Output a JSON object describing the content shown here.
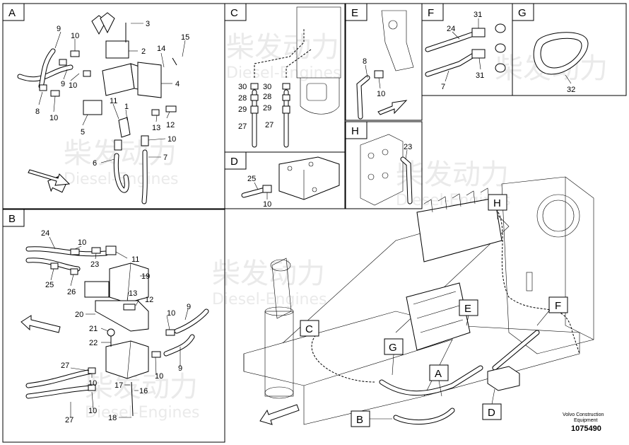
{
  "panels": {
    "A": {
      "label": "A",
      "callouts": [
        "9",
        "10",
        "3",
        "2",
        "14",
        "15",
        "4",
        "9",
        "10",
        "8",
        "10",
        "5",
        "11",
        "1",
        "13",
        "12",
        "10",
        "6",
        "7"
      ]
    },
    "B": {
      "label": "B",
      "callouts": [
        "24",
        "10",
        "23",
        "11",
        "19",
        "25",
        "26",
        "13",
        "12",
        "20",
        "10",
        "9",
        "21",
        "22",
        "27",
        "10",
        "10",
        "9",
        "17",
        "16",
        "10",
        "27",
        "18"
      ]
    },
    "C": {
      "label": "C",
      "callouts": [
        "30",
        "30",
        "28",
        "28",
        "29",
        "29",
        "27",
        "27"
      ]
    },
    "D": {
      "label": "D",
      "callouts": [
        "25",
        "10"
      ]
    },
    "E": {
      "label": "E",
      "callouts": [
        "8",
        "10"
      ]
    },
    "F": {
      "label": "F",
      "callouts": [
        "31",
        "24",
        "31",
        "7"
      ]
    },
    "G": {
      "label": "G",
      "callouts": [
        "32"
      ]
    },
    "H": {
      "label": "H",
      "callouts": [
        "23"
      ]
    }
  },
  "main_view": {
    "callout_labels": [
      "H",
      "E",
      "F",
      "C",
      "G",
      "A",
      "B",
      "D"
    ]
  },
  "footer": {
    "company_line1": "Volvo Construction",
    "company_line2": "Equipment",
    "drawing_number": "1075490"
  },
  "watermark": {
    "cn_text": "柴发动力",
    "en_text": "Diesel-Engines"
  }
}
